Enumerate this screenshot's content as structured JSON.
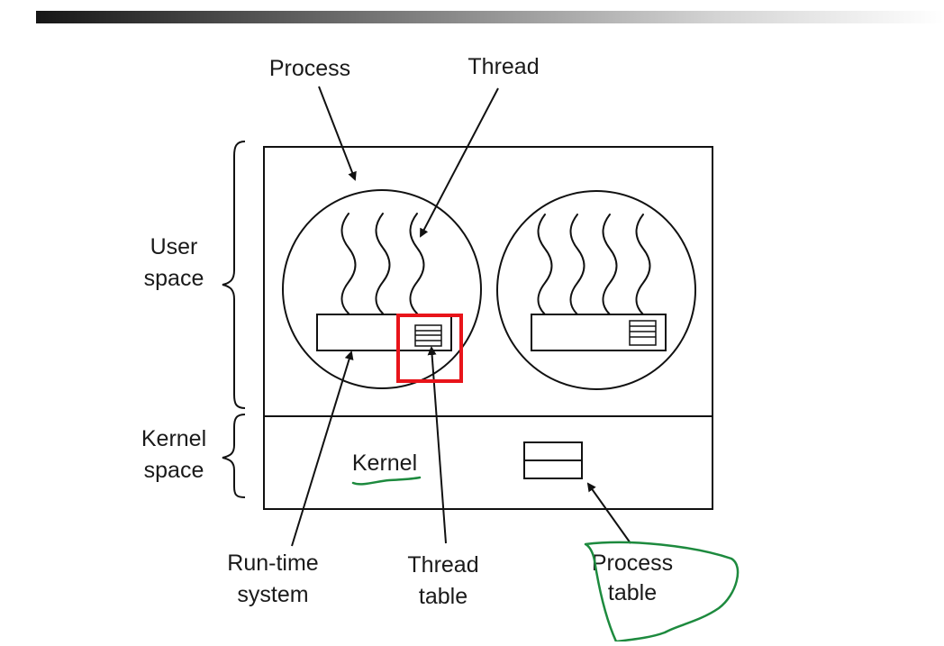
{
  "colors": {
    "highlight_box": "#e8141a",
    "annotation_ink": "#1d8a3e",
    "title_bar_dark": "#1c1c1c",
    "line": "#111111"
  },
  "labels": {
    "process": "Process",
    "thread": "Thread",
    "user_space": [
      "User",
      "space"
    ],
    "kernel_space": [
      "Kernel",
      "space"
    ],
    "kernel": "Kernel",
    "runtime_system": [
      "Run-time",
      "system"
    ],
    "thread_table": [
      "Thread",
      "table"
    ],
    "process_table": [
      "Process",
      "table"
    ]
  }
}
